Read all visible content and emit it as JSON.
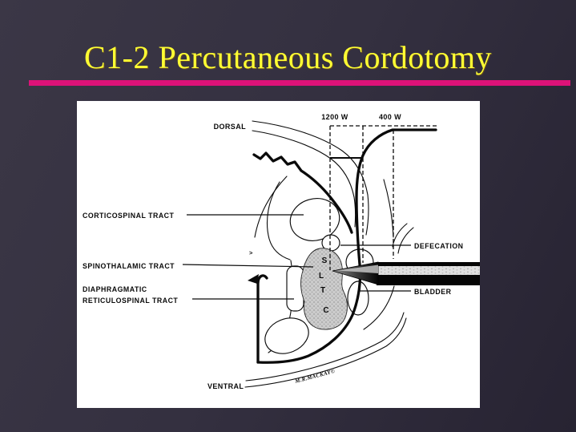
{
  "slide": {
    "title": "C1-2 Percutaneous Cordotomy"
  },
  "colors": {
    "background": "#343040",
    "title_text": "#ffff33",
    "accent_bar": "#dd1278",
    "figure_background": "#ffffff",
    "line_ink": "#0a0a0a",
    "tract_fill": "#cbcbcb"
  },
  "figure": {
    "labels": {
      "dorsal": "DORSAL",
      "ventral": "VENTRAL",
      "power_at_1200": "1200 W",
      "power_at_400": "400 W",
      "corticospinal": "CORTICOSPINAL TRACT",
      "spinothalamic": "SPINOTHALAMIC TRACT",
      "diaphragmatic_line1": "DIAPHRAGMATIC",
      "diaphragmatic_line2": "RETICULOSPINAL TRACT",
      "defecation": "DEFECATION",
      "bladder": "BLADDER"
    },
    "somatotopy": {
      "sacral": "S",
      "lumbar": "L",
      "thoracic": "T",
      "cervical": "C"
    },
    "chevron": ">",
    "signature": "M.R.MACKAY©"
  }
}
